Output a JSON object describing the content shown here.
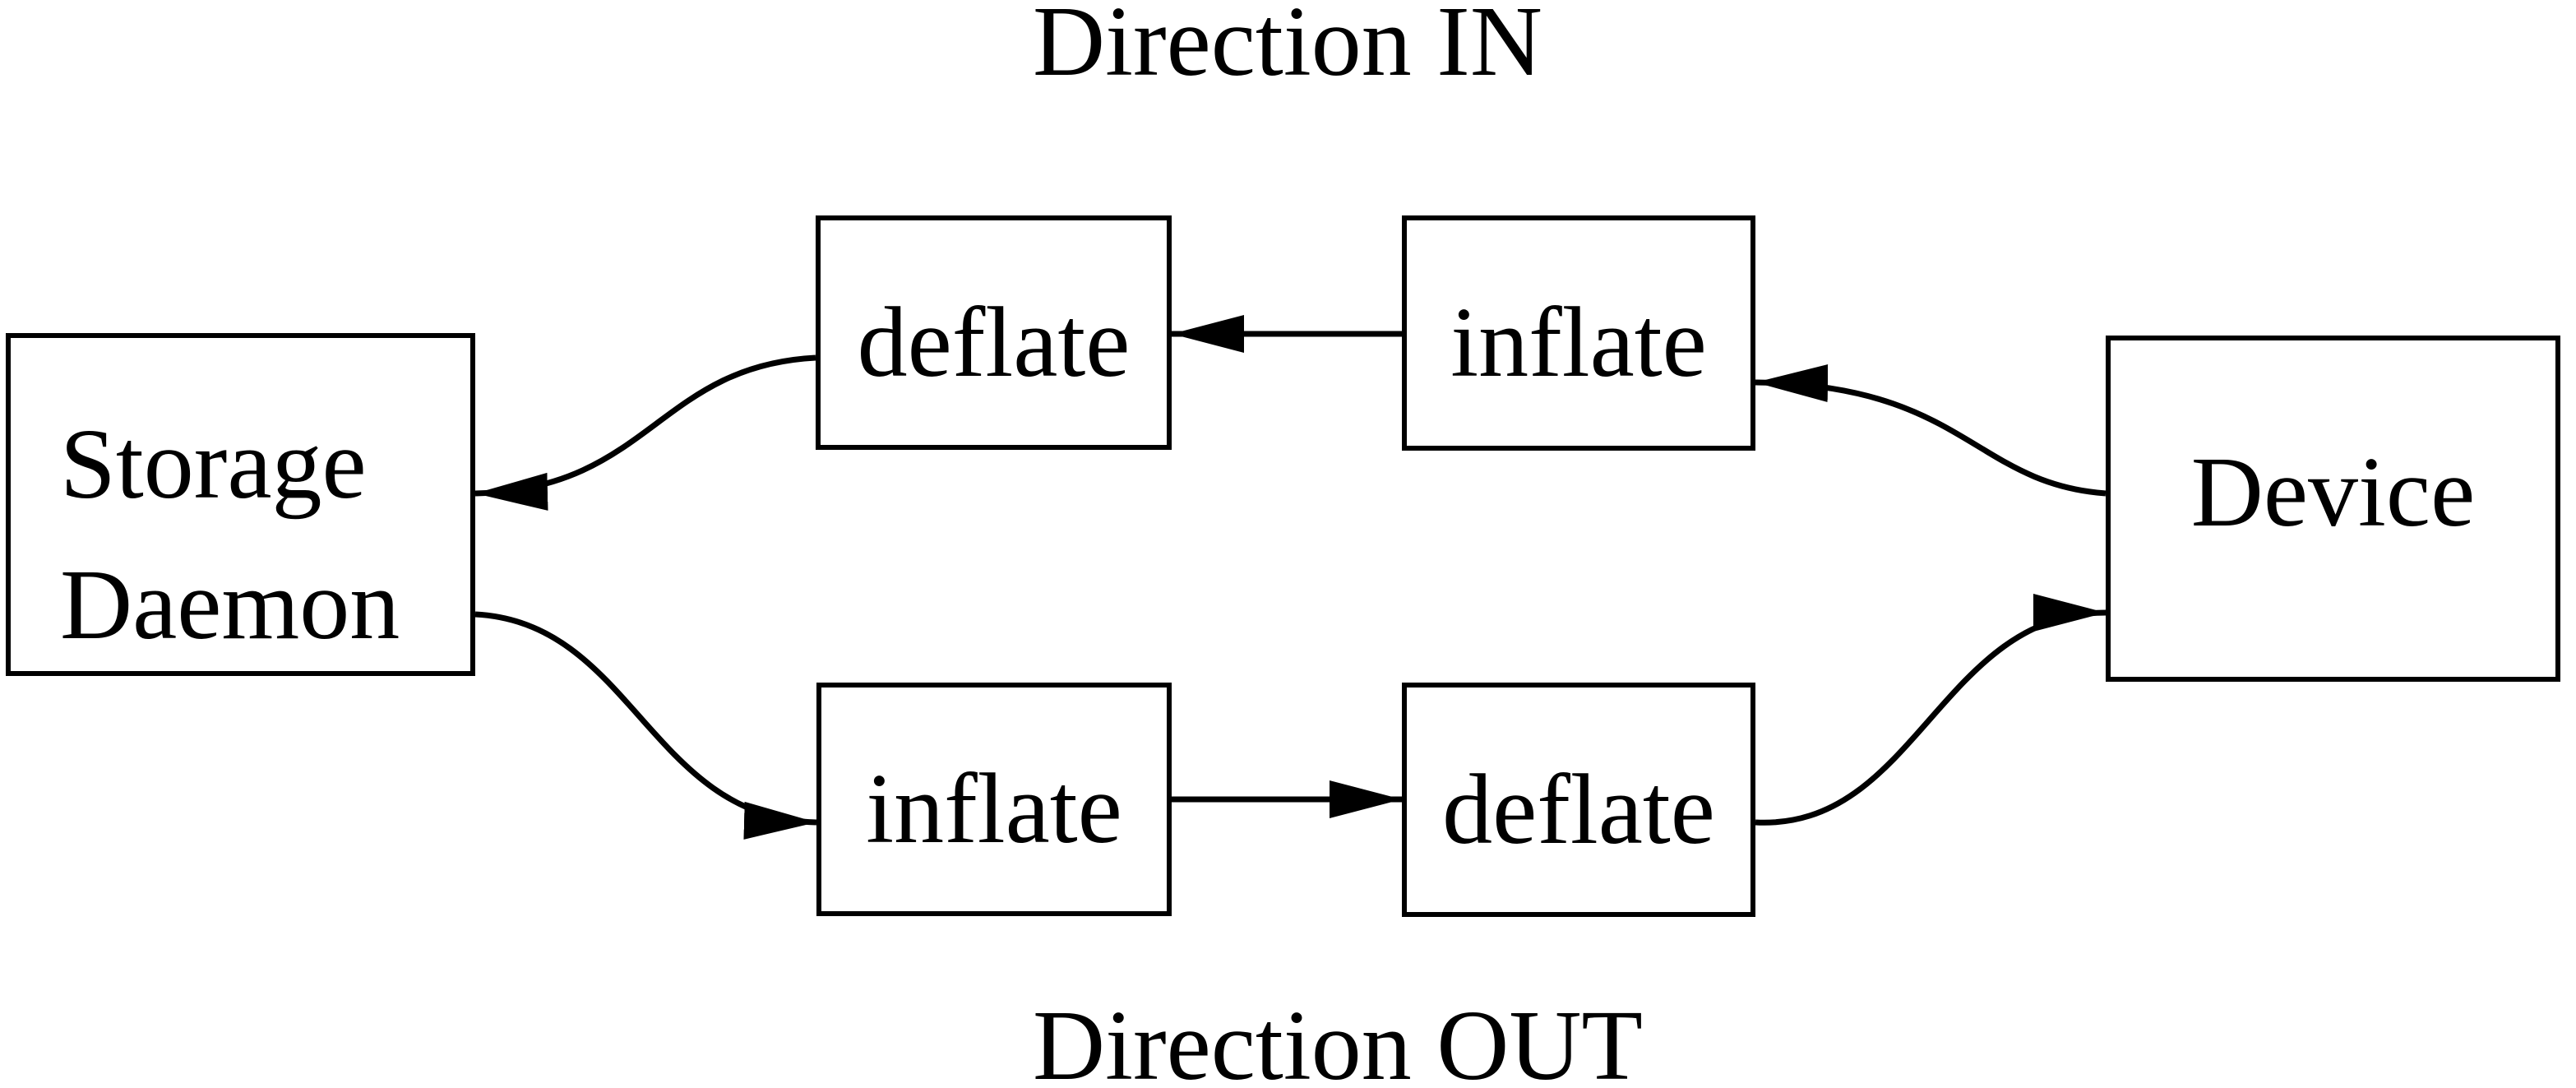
{
  "titles": {
    "direction_in": "Direction IN",
    "direction_out": "Direction OUT"
  },
  "nodes": {
    "storage_daemon": {
      "label_line1": "Storage",
      "label_line2": "Daemon"
    },
    "deflate_in": {
      "label": "deflate"
    },
    "inflate_in": {
      "label": "inflate"
    },
    "inflate_out": {
      "label": "inflate"
    },
    "deflate_out": {
      "label": "deflate"
    },
    "device": {
      "label": "Device"
    }
  },
  "edges": [
    {
      "from": "device",
      "to": "inflate_in",
      "direction": "Direction IN"
    },
    {
      "from": "inflate_in",
      "to": "deflate_in",
      "direction": "Direction IN"
    },
    {
      "from": "deflate_in",
      "to": "storage_daemon",
      "direction": "Direction IN"
    },
    {
      "from": "storage_daemon",
      "to": "inflate_out",
      "direction": "Direction OUT"
    },
    {
      "from": "inflate_out",
      "to": "deflate_out",
      "direction": "Direction OUT"
    },
    {
      "from": "deflate_out",
      "to": "device",
      "direction": "Direction OUT"
    }
  ],
  "colors": {
    "line": "#000000",
    "background": "#ffffff"
  }
}
